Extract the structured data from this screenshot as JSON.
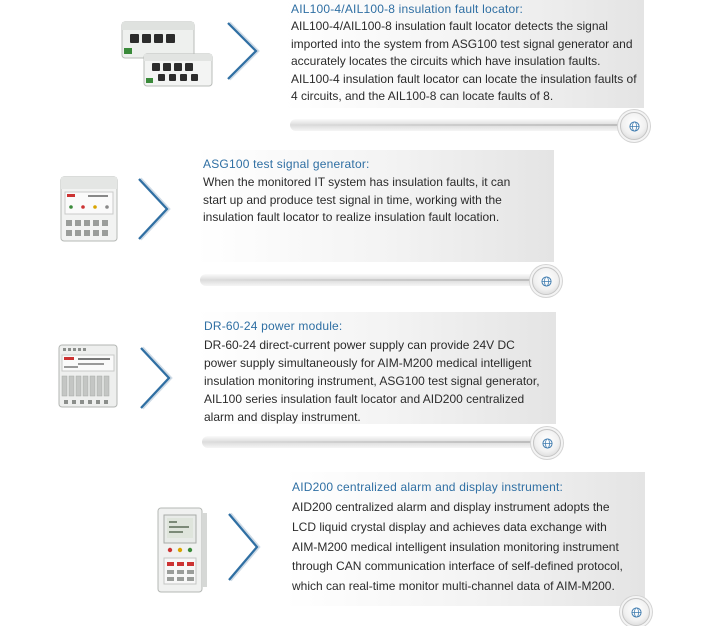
{
  "items": [
    {
      "title": "AIL100-4/AIL100-8 insulation fault locator:",
      "lines": [
        "AIL100-4/AIL100-8 insulation fault locator detects the signal",
        "imported into the system from ASG100 test signal generator and",
        "accurately locates the circuits which have insulation faults.",
        "AIL100-4 insulation fault locator can locate the insulation faults of",
        "4 circuits, and the AIL100-8 can locate faults of 8."
      ]
    },
    {
      "title": "ASG100 test signal generator:",
      "lines": [
        "When the monitored IT system has insulation faults, it can",
        "start up and produce test signal in time, working with the",
        "insulation fault locator to realize insulation fault location."
      ]
    },
    {
      "title": "DR-60-24 power module:",
      "lines": [
        "DR-60-24 direct-current power supply can provide 24V DC",
        "power supply simultaneously for AIM-M200 medical intelligent",
        "insulation monitoring instrument, ASG100 test signal generator,",
        "AIL100 series insulation fault locator and AID200 centralized",
        "alarm and display instrument."
      ]
    },
    {
      "title": "AID200 centralized alarm and display instrument:",
      "lines": [
        "AID200 centralized alarm and display instrument adopts the",
        "LCD liquid crystal display and achieves data exchange with",
        "AIM-M200 medical intelligent insulation monitoring instrument",
        "through CAN communication interface of self-defined protocol,",
        "which can real-time monitor multi-channel data of AIM-M200."
      ]
    }
  ],
  "colors": {
    "title": "#2f6fa3",
    "chevron": "#2f6fa3",
    "text": "#2b2b2b"
  },
  "icons": {
    "chevron": "chevron-right-icon",
    "globe": "globe-icon"
  }
}
